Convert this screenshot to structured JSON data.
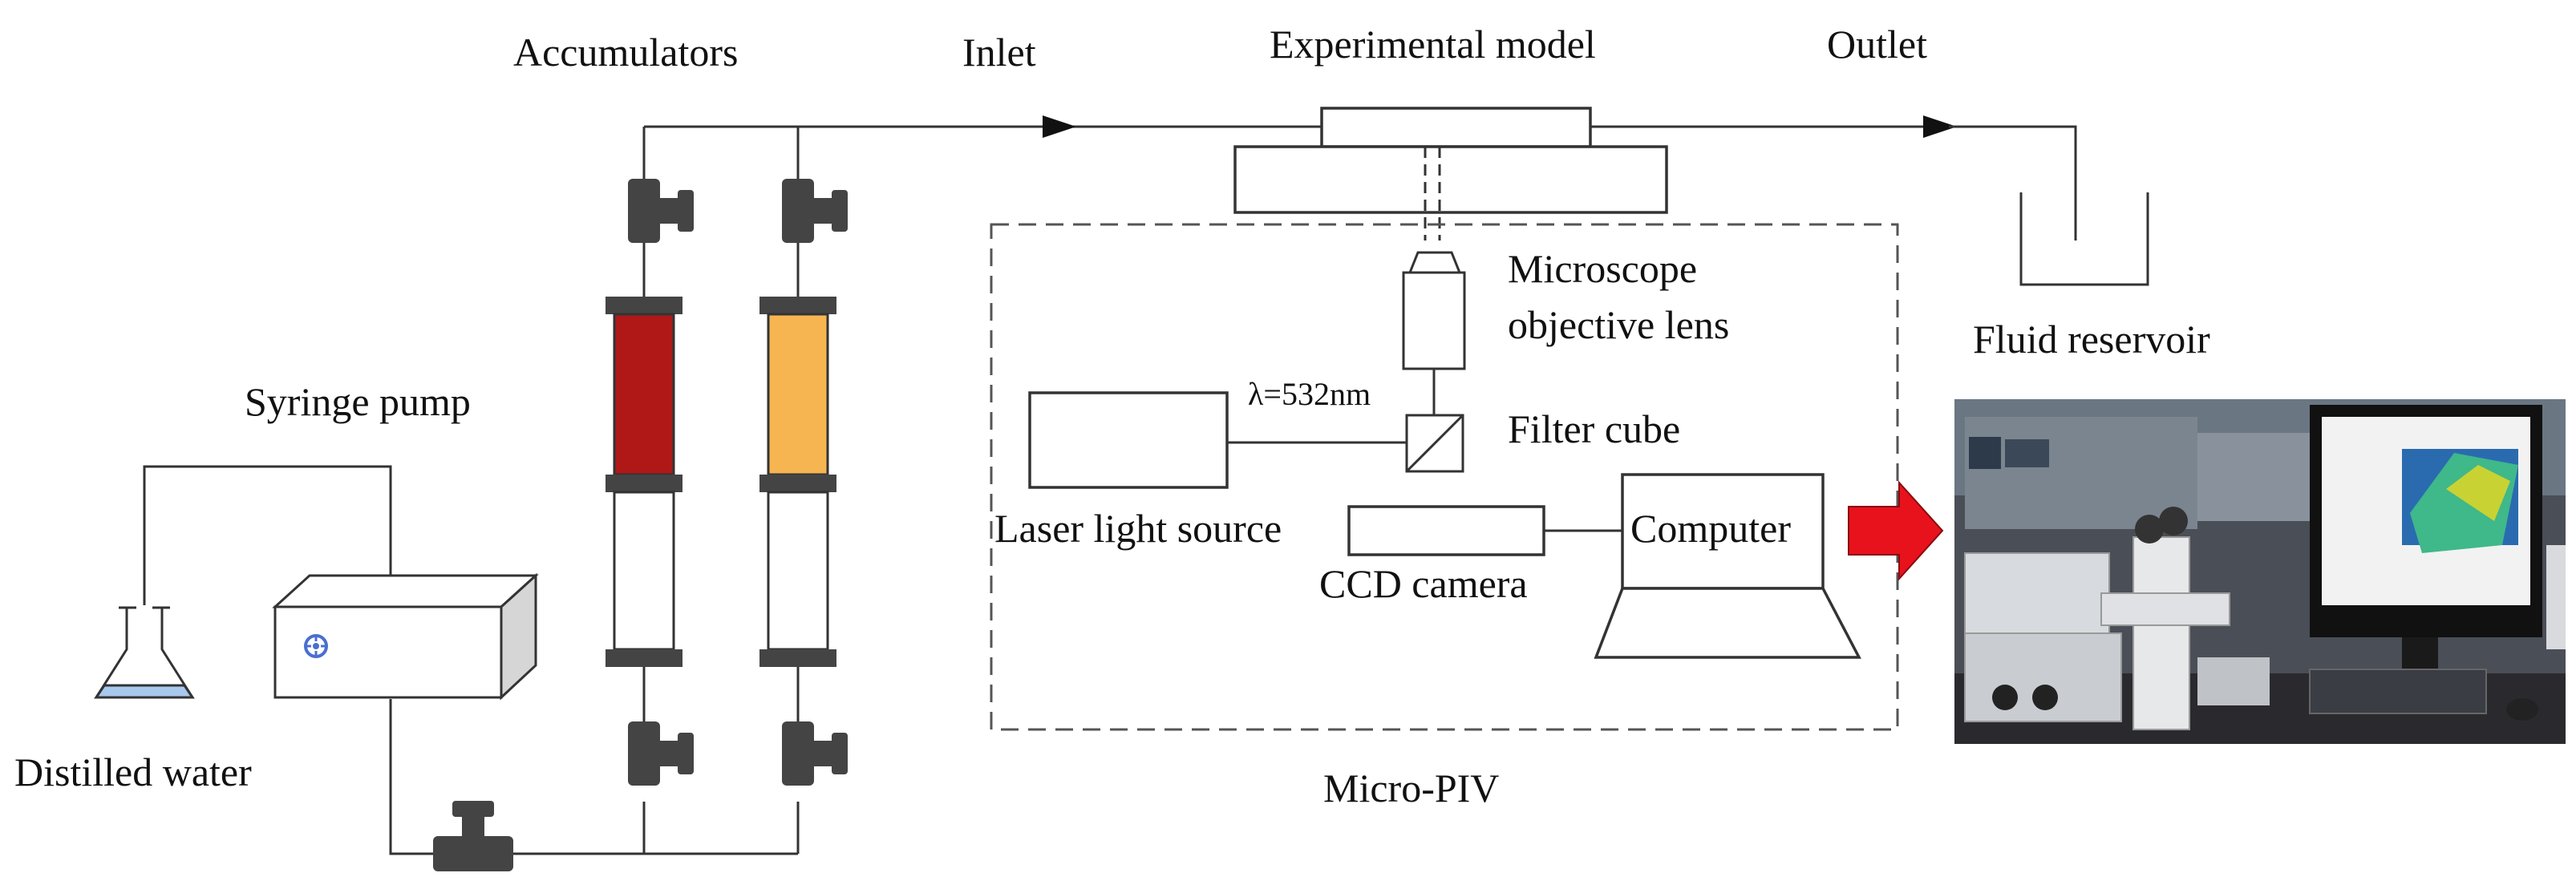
{
  "labels": {
    "accumulators": "Accumulators",
    "inlet": "Inlet",
    "experimental_model": "Experimental model",
    "outlet": "Outlet",
    "microscope_line1": "Microscope",
    "microscope_line2": "objective lens",
    "fluid_reservoir": "Fluid reservoir",
    "syringe_pump": "Syringe pump",
    "wavelength": "λ=532nm",
    "filter_cube": "Filter cube",
    "laser_light_source": "Laser light source",
    "computer": "Computer",
    "ccd_camera": "CCD camera",
    "distilled_water": "Distilled water",
    "micro_piv": "Micro-PIV"
  },
  "colors": {
    "accumulator_fluid_1": "#b01818",
    "accumulator_fluid_2": "#f7b552",
    "water": "#a8c8ee",
    "valve": "#444444",
    "arrow": "#e8121d",
    "pump_icon": "#4a6fd0"
  }
}
